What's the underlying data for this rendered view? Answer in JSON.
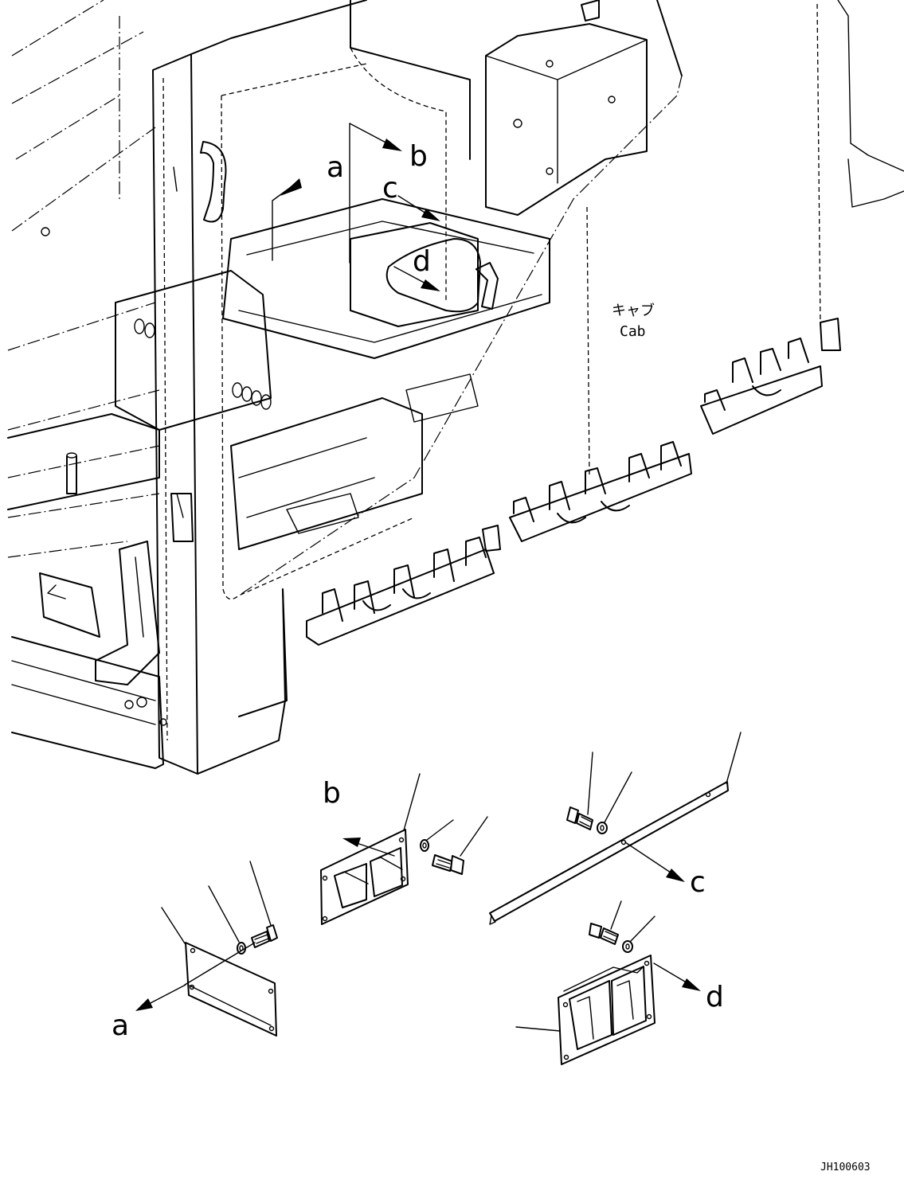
{
  "diagram": {
    "cab_label_jp": "キャブ",
    "cab_label_en": "Cab",
    "drawing_code": "JH100603",
    "callouts": {
      "a": "a",
      "b": "b",
      "c": "c",
      "d": "d"
    }
  }
}
